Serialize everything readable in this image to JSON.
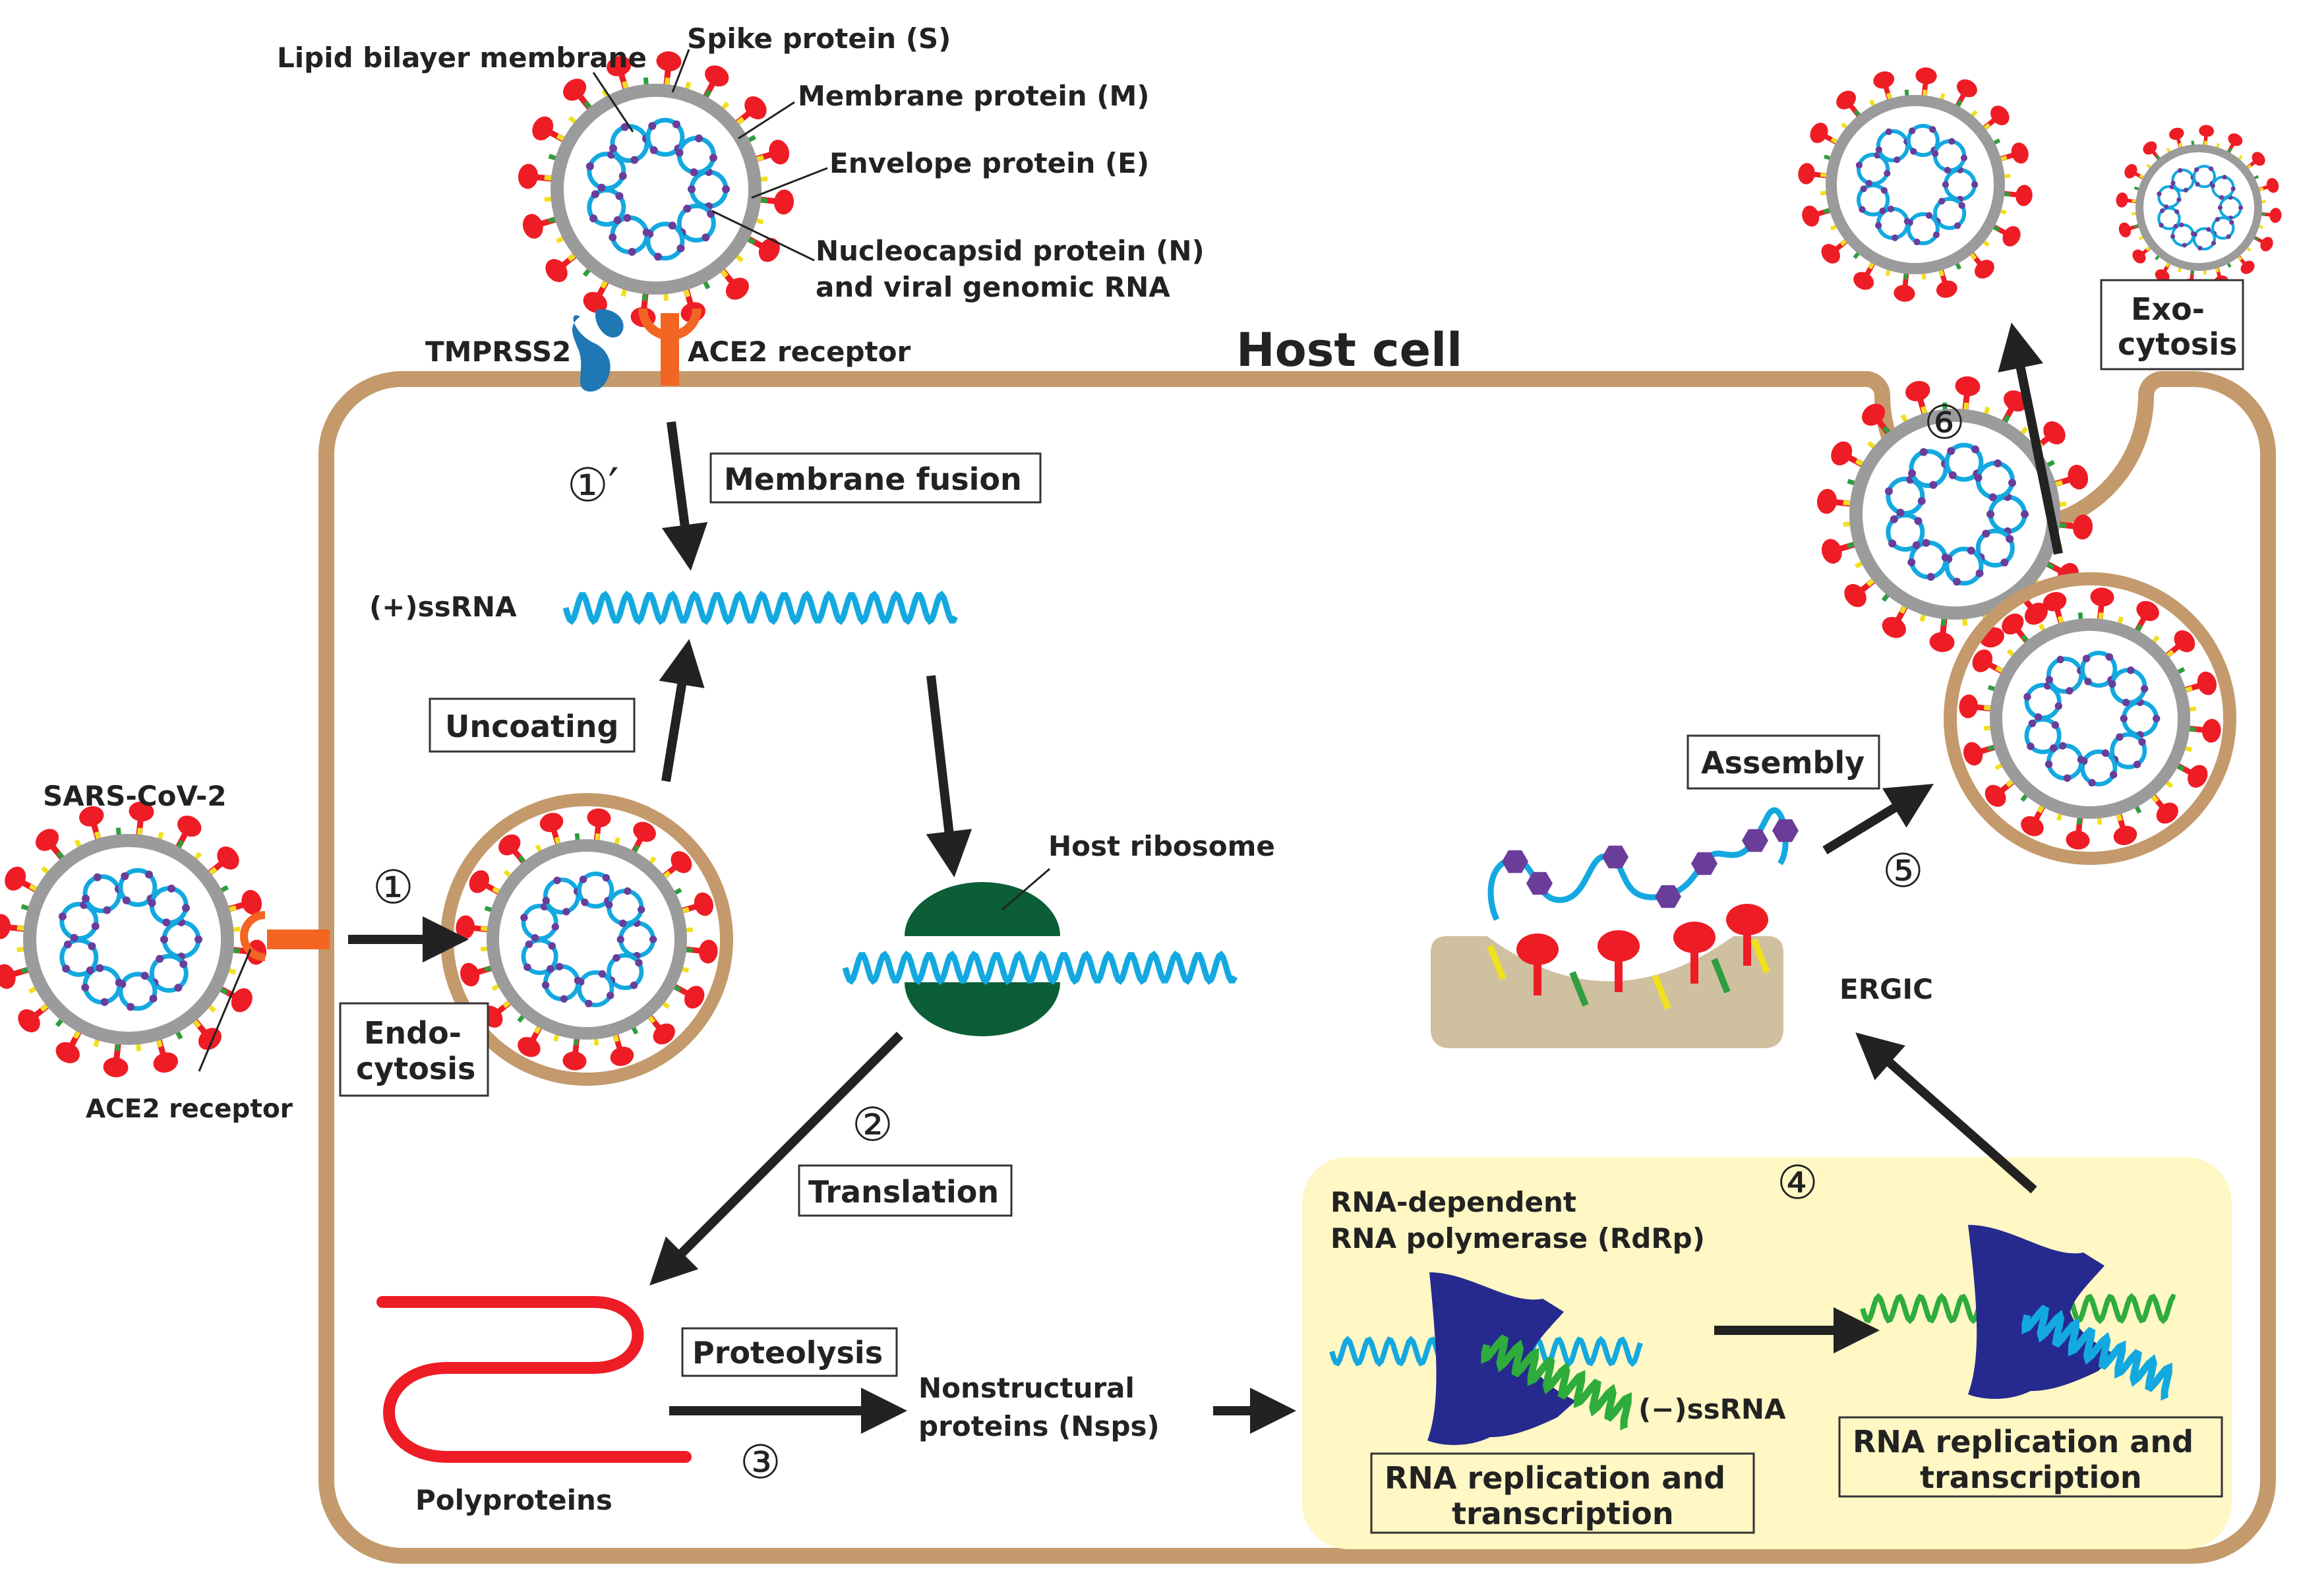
{
  "colors": {
    "membrane": "#c49a6c",
    "shell": "#9b9b9b",
    "spike": "#ee1c25",
    "m_protein": "#f2e01e",
    "e_protein": "#2e9e3e",
    "rna": "#13a9e0",
    "nucleocapsid": "#6a3d9a",
    "ace2": "#f26522",
    "tmprss2": "#1f77b4",
    "ribosome": "#0b5e36",
    "polyprotein": "#ee1c25",
    "rdrp": "#262a8e",
    "neg_rna": "#2eac3c",
    "ergic": "#cfc0a0",
    "replication_bg": "#fff7c4",
    "arrow": "#222222"
  },
  "title": "Host cell",
  "virion_labels": {
    "spike": "Spike protein (S)",
    "lipid": "Lipid bilayer membrane",
    "membrane": "Membrane protein (M)",
    "envelope": "Envelope protein (E)",
    "nucleocapsid_1": "Nucleocapsid protein (N)",
    "nucleocapsid_2": "and viral genomic RNA"
  },
  "receptors": {
    "tmprss2": "TMPRSS2",
    "ace2_top": "ACE2 receptor",
    "ace2_left": "ACE2 receptor"
  },
  "virus_name": "SARS-CoV-2",
  "steps": {
    "s1": "①",
    "s1p": "①′",
    "s2": "②",
    "s3": "③",
    "s4": "④",
    "s5": "⑤",
    "s6": "⑥"
  },
  "boxes": {
    "membrane_fusion": "Membrane fusion",
    "uncoating": "Uncoating",
    "endocytosis_1": "Endo-",
    "endocytosis_2": "cytosis",
    "translation": "Translation",
    "proteolysis": "Proteolysis",
    "assembly": "Assembly",
    "exocytosis_1": "Exo-",
    "exocytosis_2": "cytosis",
    "rep1_1": "RNA replication and",
    "rep1_2": "transcription",
    "rep2_1": "RNA replication and",
    "rep2_2": "transcription"
  },
  "labels": {
    "ssrna_pos": "(+)ssRNA",
    "host_ribosome": "Host ribosome",
    "polyproteins": "Polyproteins",
    "nsps_1": "Nonstructural",
    "nsps_2": "proteins (Nsps)",
    "rdrp_1": "RNA-dependent",
    "rdrp_2": "RNA polymerase (RdRp)",
    "ssrna_neg": "(−)ssRNA",
    "ergic": "ERGIC"
  }
}
